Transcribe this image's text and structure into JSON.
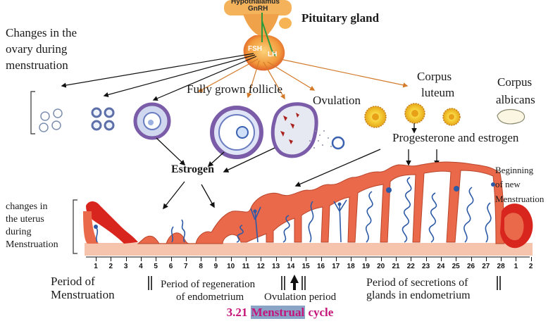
{
  "pituitary": {
    "hypothalamus": "Hypothalamus",
    "gnrh": "GnRH",
    "fsh": "FSH",
    "lh": "LH",
    "label": "Pituitary gland"
  },
  "labels": {
    "ovary_changes": [
      "Changes in the",
      "ovary during",
      "menstruation"
    ],
    "fully_grown_follicle": "Fully grown follicle",
    "ovulation": "Ovulation",
    "corpus_luteum": [
      "Corpus",
      "luteum"
    ],
    "corpus_albicans": [
      "Corpus",
      "albicans"
    ],
    "progesterone_estrogen": "Progesterone and estrogen",
    "estrogen": "Estrogen",
    "beginning_new": [
      "Beginning",
      "of new",
      "Menstruation"
    ],
    "uterus_changes": [
      "changes in",
      "the uterus",
      "during",
      "Menstruation"
    ]
  },
  "days": [
    "1",
    "2",
    "3",
    "4",
    "5",
    "6",
    "7",
    "8",
    "9",
    "10",
    "11",
    "12",
    "13",
    "14",
    "15",
    "16",
    "17",
    "18",
    "19",
    "20",
    "21",
    "22",
    "23",
    "24",
    "25",
    "26",
    "27",
    "28",
    "1",
    "2"
  ],
  "periods": {
    "menstruation": [
      "Period of",
      "Menstruation"
    ],
    "regeneration": [
      "Period of regeneration",
      "of endometrium"
    ],
    "ovulation": "Ovulation period",
    "secretions": [
      "Period of secretions of",
      "glands in endometrium"
    ]
  },
  "caption": {
    "number": "3.21",
    "word1": "Menstrual",
    "word2": "cycle"
  },
  "colors": {
    "endometrium": "#e9694a",
    "base": "#f6c4ad",
    "blood": "#d8261e",
    "gland": "#2d5aa6",
    "follicle_ring": "#7b5ca8",
    "corpus_luteum": "#f2c21f",
    "caption": "#c4147a"
  }
}
